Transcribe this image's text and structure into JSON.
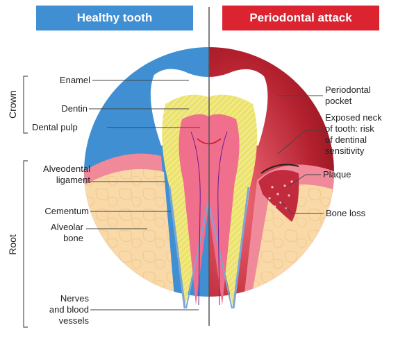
{
  "header": {
    "left_title": "Healthy tooth",
    "right_title": "Periodontal attack"
  },
  "sections": {
    "crown": "Crown",
    "root": "Root"
  },
  "labels_left": {
    "enamel": "Enamel",
    "dentin": "Dentin",
    "dental_pulp": "Dental pulp",
    "alveodental_ligament": "Alveodental\nligament",
    "cementum": "Cementum",
    "alveolar_bone": "Alveolar\nbone",
    "nerves": "Nerves\nand blood\nvessels"
  },
  "labels_right": {
    "periodontal_pocket": "Periodontal\npocket",
    "exposed_neck": "Exposed neck\nof tooth: risk\nof dentinal\nsensitivity",
    "plaque": "Plaque",
    "bone_loss": "Bone loss"
  },
  "colors": {
    "healthy_blue": "#3f8fd2",
    "attack_red": "#dc2430",
    "gum_pink": "#f08a9a",
    "bone_beige": "#f9d9a8",
    "pulp_pink": "#ef6f8d",
    "dentin_yellow": "#efe77a"
  }
}
